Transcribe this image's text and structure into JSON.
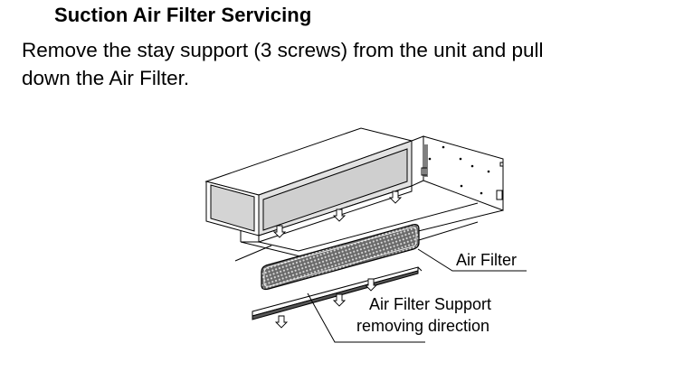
{
  "section": {
    "title": "Suction Air Filter Servicing",
    "instruction_line1": "Remove the stay support (3 screws) from the unit and pull",
    "instruction_line2": "down the Air Filter."
  },
  "figure": {
    "labels": {
      "air_filter": "Air Filter",
      "support_line1": "Air Filter Support",
      "support_line2": "removing direction"
    },
    "icons": [
      "down-arrow-icon"
    ]
  }
}
